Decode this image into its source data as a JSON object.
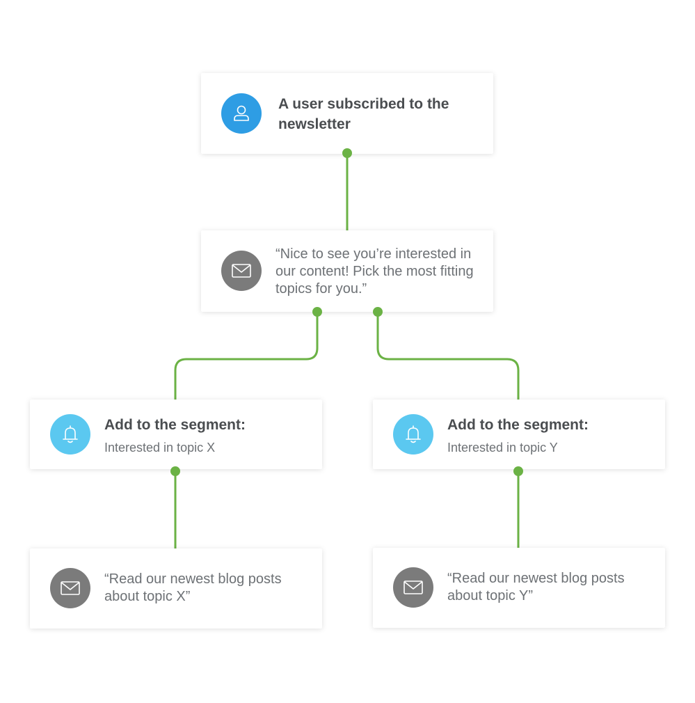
{
  "colors": {
    "connector": "#6bb245",
    "trigger_icon": "#2e9de4",
    "message_icon": "#7b7b7b",
    "segment_icon": "#5bc8f0"
  },
  "nodes": {
    "trigger": {
      "icon": "user-icon",
      "title": "A user subscribed to the newsletter"
    },
    "topics_email": {
      "icon": "envelope-icon",
      "text": "“Nice to see you’re interested in our content! Pick the most fitting topics for you.”"
    },
    "segment_x": {
      "icon": "bell-icon",
      "title": "Add to the segment:",
      "subtitle": "Interested in topic X"
    },
    "segment_y": {
      "icon": "bell-icon",
      "title": "Add to the segment:",
      "subtitle": "Interested in topic Y"
    },
    "blog_email_x": {
      "icon": "envelope-icon",
      "text": "“Read our newest blog posts about topic X”"
    },
    "blog_email_y": {
      "icon": "envelope-icon",
      "text": "“Read our newest blog posts about topic Y”"
    }
  }
}
